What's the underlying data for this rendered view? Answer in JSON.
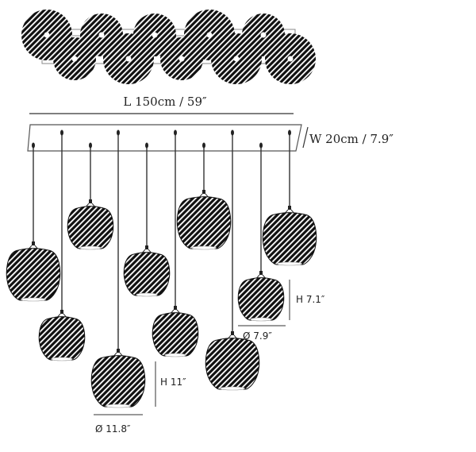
{
  "title": "Pendant chandelier dimension diagram",
  "dimensions": {
    "length": "L 150cm / 59″",
    "width": "W 20cm / 7.9″",
    "large_shade_height": "H 11″",
    "large_shade_diameter": "Ø 11.8″",
    "small_shade_height": "H 7.1″",
    "small_shade_diameter": "Ø 7.9″"
  },
  "pendant_count": 10,
  "colors": {
    "shade": "#111111",
    "line": "#333333",
    "stripe": "#ffffff"
  }
}
